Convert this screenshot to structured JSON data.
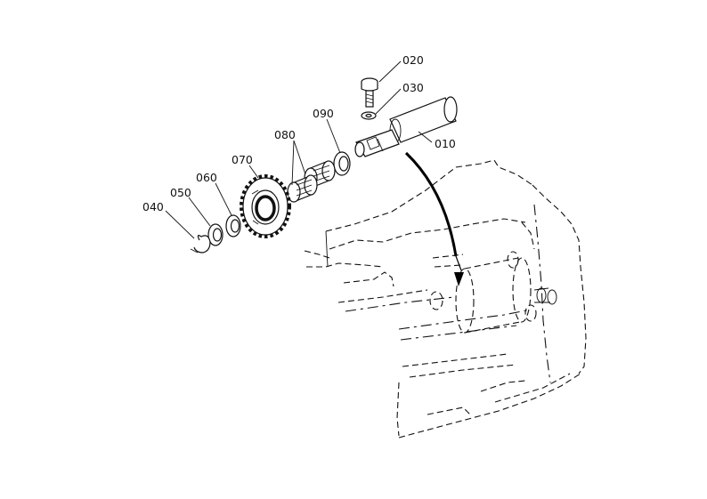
{
  "part_labels": {
    "p010": "010",
    "p020": "020",
    "p030": "030",
    "p040": "040",
    "p050": "050",
    "p060": "060",
    "p070": "070",
    "p080": "080",
    "p090": "090"
  }
}
